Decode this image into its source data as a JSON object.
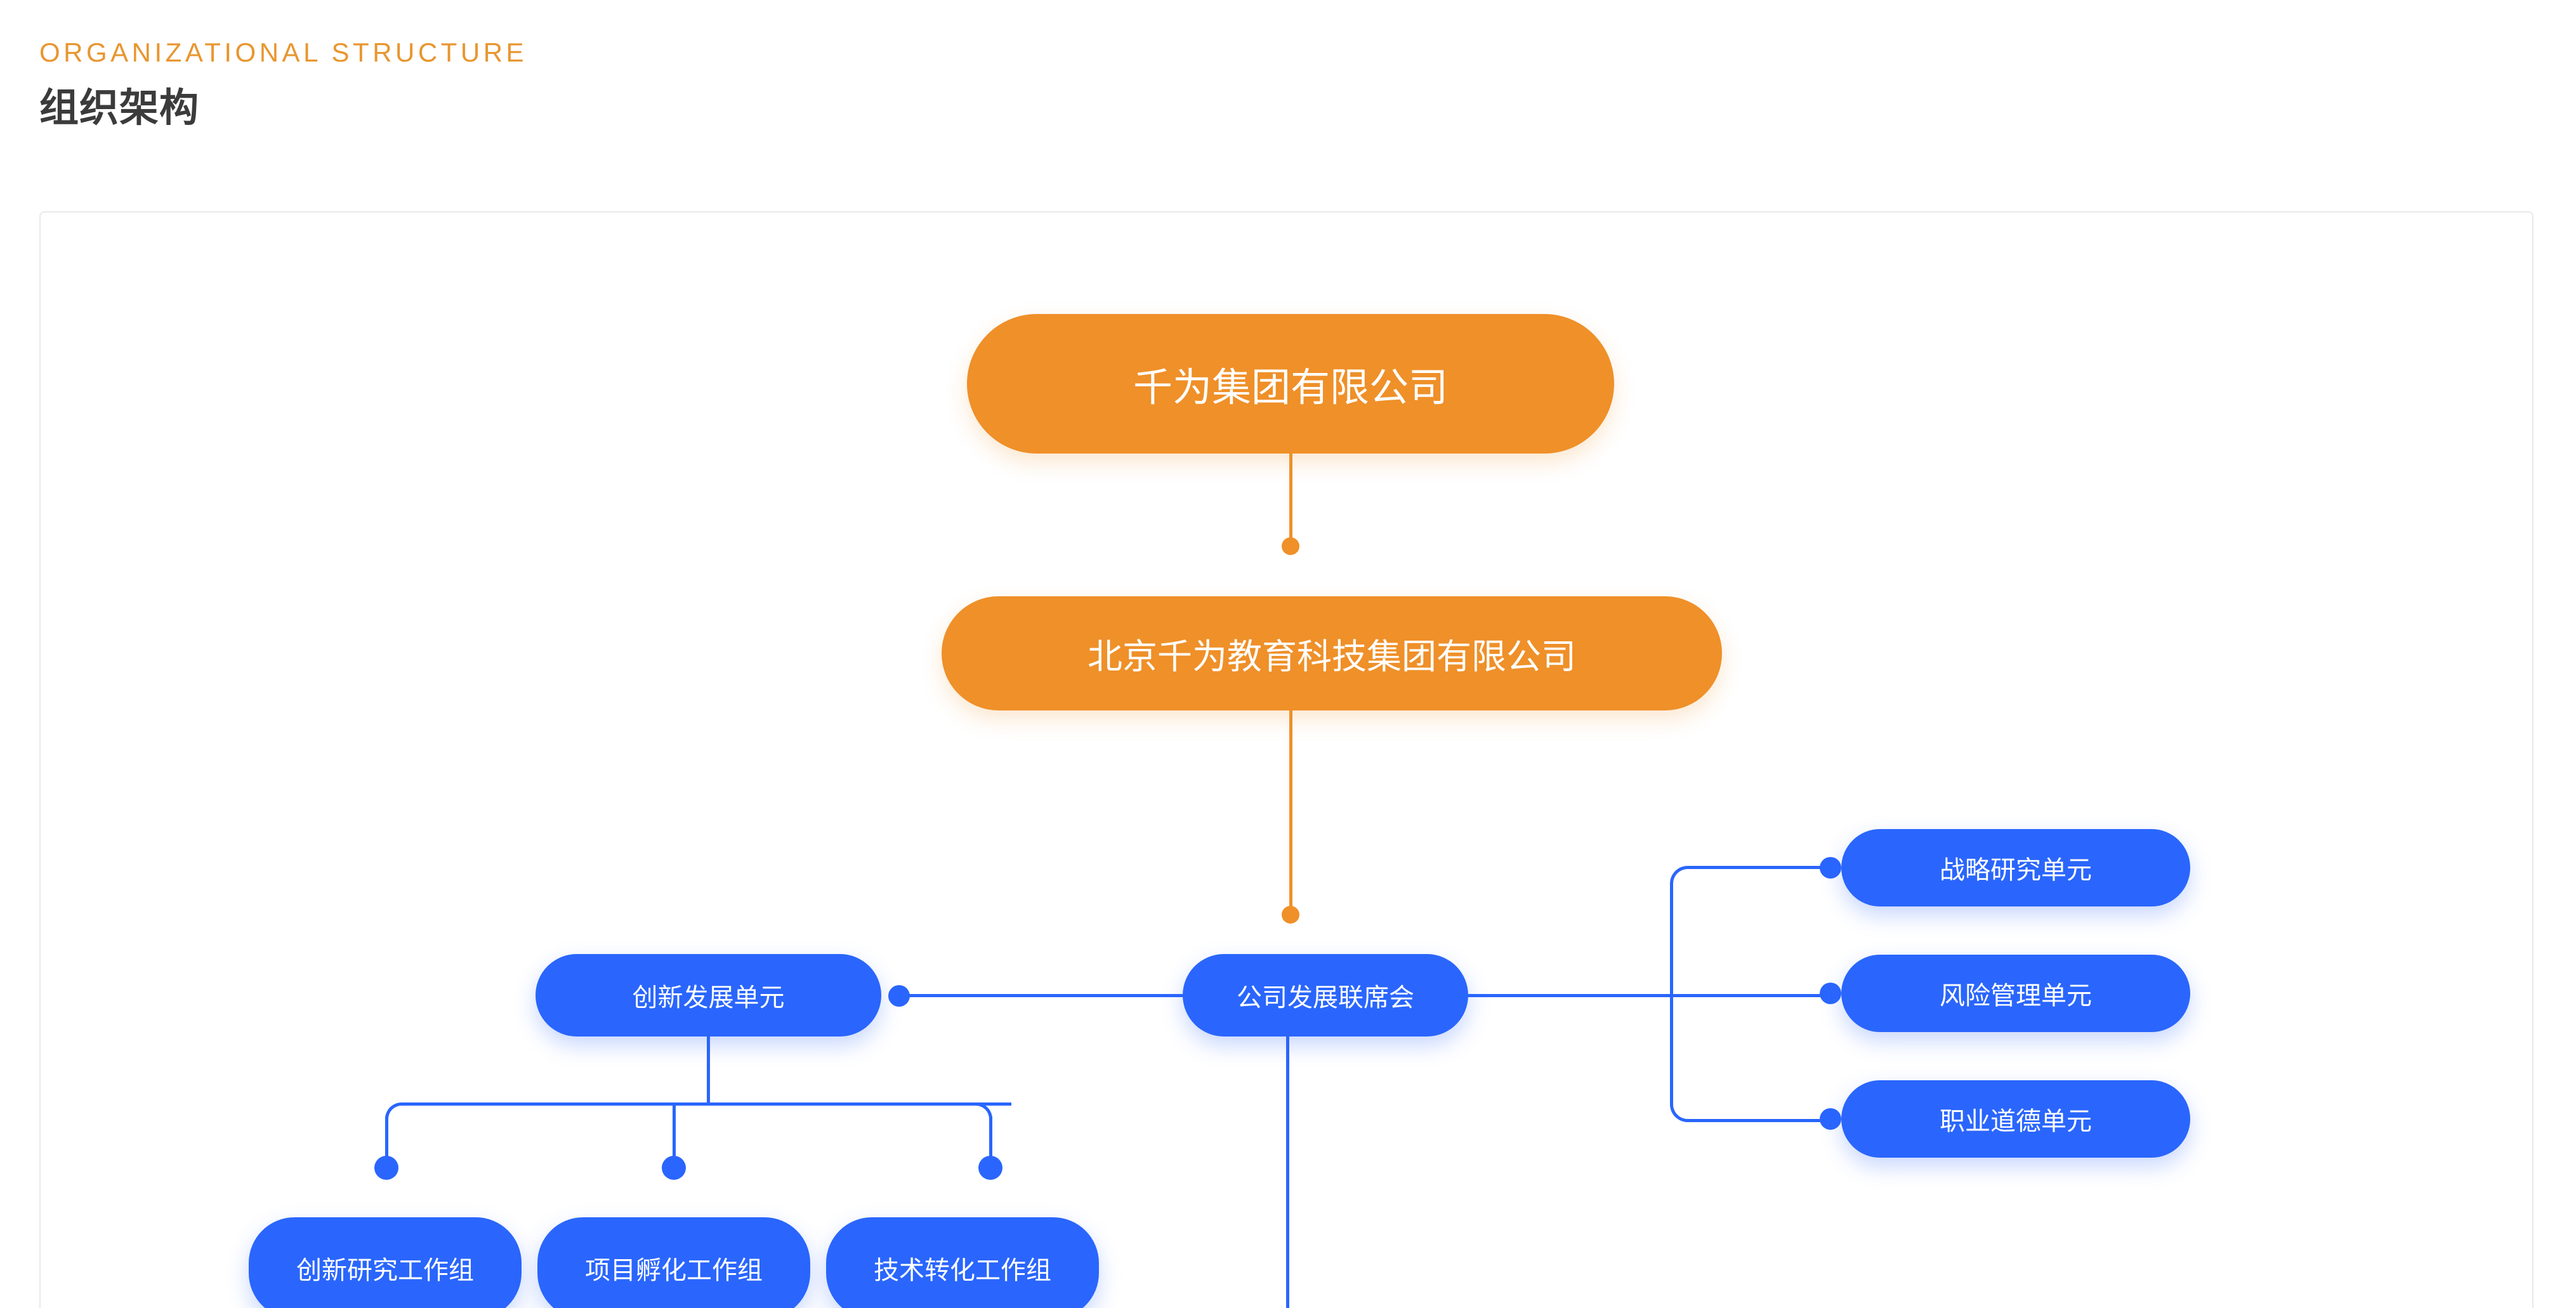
{
  "header": {
    "eyebrow": "ORGANIZATIONAL STRUCTURE",
    "title_cn": "组织架构"
  },
  "colors": {
    "orange": "#ef9029",
    "blue": "#2a66fd",
    "eyebrow_text": "#e8962f",
    "title_text": "#3b3b3b",
    "card_border": "#e9e9ea",
    "page_background": "#ffffff",
    "node_text": "#ffffff"
  },
  "org_chart": {
    "type": "org-tree",
    "levels": [
      {
        "level": 1,
        "style": "orange",
        "nodes": [
          {
            "id": "root",
            "label": "千为集团有限公司"
          }
        ]
      },
      {
        "level": 2,
        "style": "orange",
        "nodes": [
          {
            "id": "beijing",
            "label": "北京千为教育科技集团有限公司"
          }
        ]
      },
      {
        "level": 3,
        "style": "blue",
        "nodes": [
          {
            "id": "council",
            "label": "公司发展联席会"
          }
        ]
      },
      {
        "level": 4,
        "style": "blue",
        "nodes": [
          {
            "id": "innovation",
            "label": "创新发展单元"
          },
          {
            "id": "strategy",
            "label": "战略研究单元"
          },
          {
            "id": "risk",
            "label": "风险管理单元"
          },
          {
            "id": "ethics",
            "label": "职业道德单元"
          }
        ]
      },
      {
        "level": 5,
        "style": "blue",
        "nodes": [
          {
            "id": "wg1",
            "label": "创新研究工作组"
          },
          {
            "id": "wg2",
            "label": "项目孵化工作组"
          },
          {
            "id": "wg3",
            "label": "技术转化工作组"
          }
        ]
      }
    ],
    "edges": [
      {
        "from": "root",
        "to": "beijing",
        "color": "orange"
      },
      {
        "from": "beijing",
        "to": "council",
        "color": "orange"
      },
      {
        "from": "council",
        "to": "innovation",
        "color": "blue"
      },
      {
        "from": "council",
        "to": "strategy",
        "color": "blue"
      },
      {
        "from": "council",
        "to": "risk",
        "color": "blue"
      },
      {
        "from": "council",
        "to": "ethics",
        "color": "blue"
      },
      {
        "from": "innovation",
        "to": "wg1",
        "color": "blue"
      },
      {
        "from": "innovation",
        "to": "wg2",
        "color": "blue"
      },
      {
        "from": "innovation",
        "to": "wg3",
        "color": "blue"
      }
    ]
  }
}
